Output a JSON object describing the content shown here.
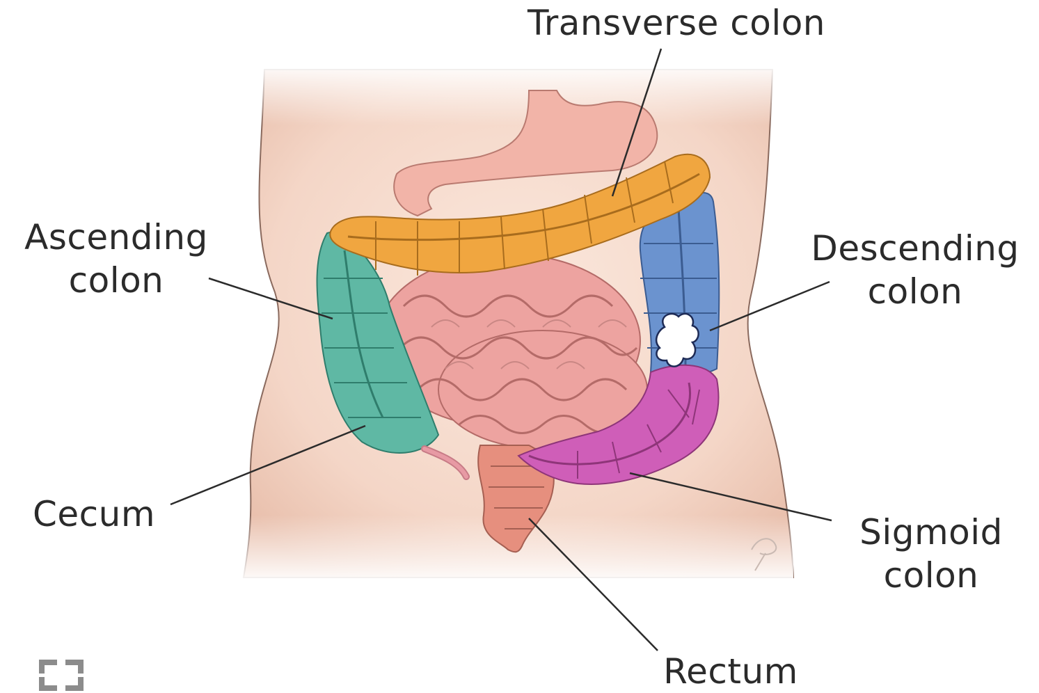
{
  "labels": {
    "transverse": {
      "line1": "Transverse colon"
    },
    "ascending": {
      "line1": "Ascending",
      "line2": "colon"
    },
    "descending": {
      "line1": "Descending",
      "line2": "colon"
    },
    "cecum": {
      "line1": "Cecum"
    },
    "sigmoid": {
      "line1": "Sigmoid",
      "line2": "colon"
    },
    "rectum": {
      "line1": "Rectum"
    }
  },
  "colors": {
    "transverse": "#f0a640",
    "ascending": "#5fb8a4",
    "descending": "#6b93cf",
    "sigmoid": "#cf5eb8",
    "small_intestine": "#eda3a0",
    "rectum": "#e68f7e",
    "skin": "#f6dccf",
    "leader_line": "#2b2b2b",
    "label_text": "#2b2b2b"
  },
  "icons": {
    "corner": "expand-icon"
  }
}
